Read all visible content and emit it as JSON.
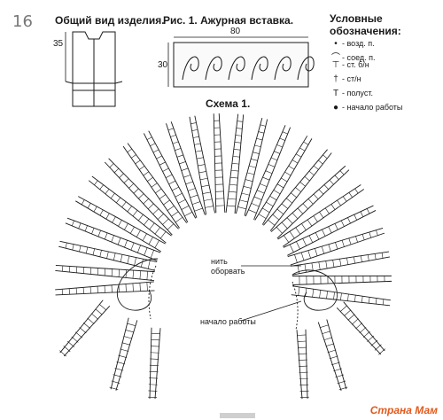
{
  "page_number": "16",
  "headings": {
    "general_view": "Общий вид изделия.",
    "figure1": "Рис. 1. Ажурная вставка.",
    "scheme1": "Схема 1."
  },
  "dimensions": {
    "general_view_height": "35",
    "insert_width": "80",
    "insert_height": "30"
  },
  "legend": {
    "title": "Условные обозначения:",
    "items": [
      {
        "symbol": "•",
        "icon": "chain-stitch-icon",
        "label": "- возд. п."
      },
      {
        "symbol": "⌒",
        "icon": "slip-stitch-icon",
        "label": "- соед. п."
      },
      {
        "symbol": "⊤",
        "icon": "single-crochet-icon",
        "label": "- ст. б/н"
      },
      {
        "symbol": "†",
        "icon": "double-crochet-icon",
        "label": "- ст/н"
      },
      {
        "symbol": "T",
        "icon": "half-double-crochet-icon",
        "label": "- полуст."
      },
      {
        "symbol": "●",
        "icon": "start-dot-icon",
        "label": "- начало работы"
      }
    ]
  },
  "annotations": {
    "cut_thread": "нить\nоборвать",
    "start_work": "начало работы"
  },
  "watermark": "Страна Мам",
  "colors": {
    "line": "#1a1a1a",
    "watermark": "#e25a1c"
  }
}
